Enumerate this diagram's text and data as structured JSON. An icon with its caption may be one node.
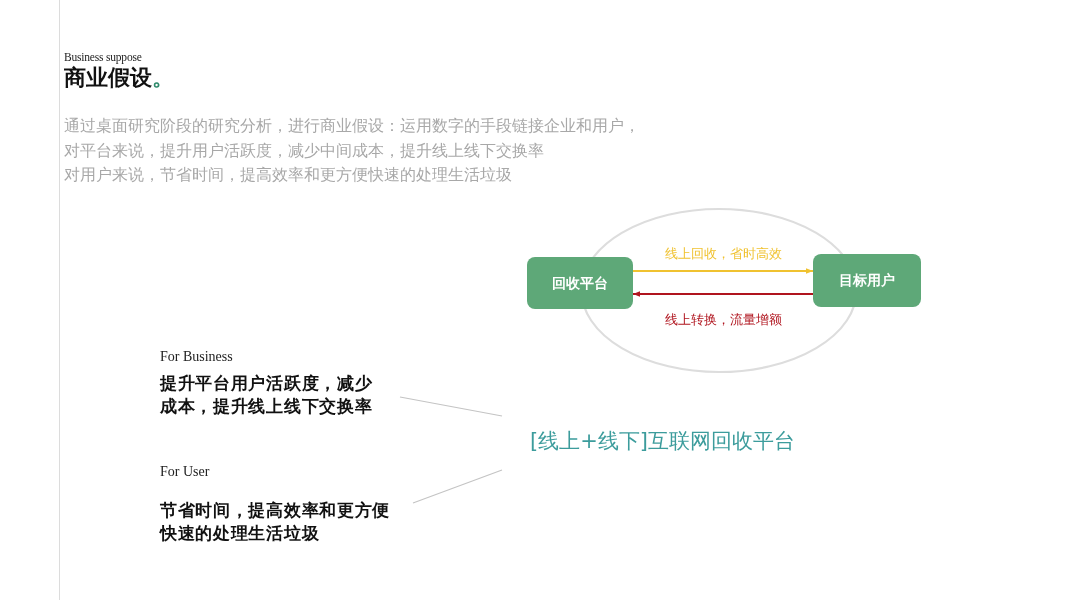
{
  "diagram": {
    "title": "商业假设。",
    "nodes": [
      {
        "text": [
          "回收平台"
        ]
      },
      {
        "text": [
          "目标用户"
        ]
      },
      {
        "text": [
          "For Business",
          "提升平台用户活跃度，减少成本，提升线上线下交换率"
        ]
      },
      {
        "text": [
          "[线上+线下]互联网回收平台"
        ]
      },
      {
        "text": [
          "For User",
          "节省时间，提高效率和更方便快速的处理生活垃圾"
        ]
      }
    ],
    "edges": [
      {
        "from": 0,
        "to": 1,
        "arrow": "to",
        "label": "线上回收，省时高效",
        "color": "#f0c230"
      },
      {
        "from": 1,
        "to": 0,
        "arrow": "to",
        "label": "线上转换，流量增额",
        "color": "#b0141e"
      },
      {
        "from": 2,
        "to": 3,
        "arrow": "none"
      },
      {
        "from": 4,
        "to": 3,
        "arrow": "none"
      }
    ],
    "labels": [
      "Business suppose",
      "通过桌面研究阶段的研究分析，进行商业假设：运用数字的手段链接企业和用户，",
      "对平台来说，提升用户活跃度，减少中间成本，提升线上线下交换率",
      "对用户来说，节省时间，提高效率和更方便快速的处理生活垃圾"
    ]
  }
}
